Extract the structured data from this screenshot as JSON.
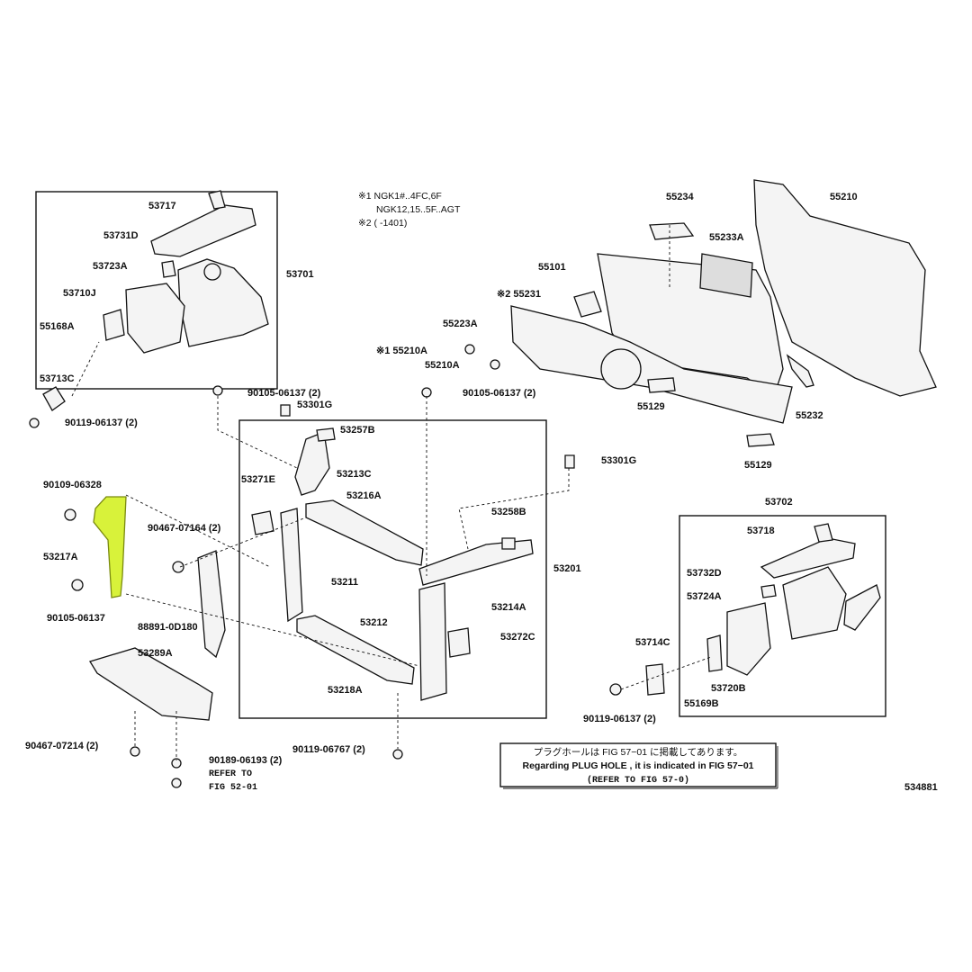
{
  "diagram_id": "534881",
  "highlight_color": "#d8f23a",
  "notes": {
    "line1": "※1 NGK1#..4FC,6F",
    "line2": "NGK12,15..5F..AGT",
    "line3": "※2 (        -1401)"
  },
  "plug_hole_note": {
    "jp": "プラグホールは FIG 57−01 に掲載してあります。",
    "en": "Regarding  PLUG  HOLE , it is indicated in FIG  57−01",
    "refer": "(REFER TO FIG 57-0)"
  },
  "refer_note": {
    "line1": "REFER TO",
    "line2": "FIG 52-01"
  },
  "labels": [
    "53717",
    "53731D",
    "53723A",
    "53701",
    "53710J",
    "55168A",
    "53713C",
    "90119-06137 (2)",
    "90105-06137 (2)",
    "53301G",
    "53257B",
    "90105-06137 (2)",
    "53213C",
    "53271E",
    "53216A",
    "90109-06328",
    "90467-07164 (2)",
    "53217A",
    "53211",
    "90105-06137",
    "88891-0D180",
    "53212",
    "53289A",
    "53218A",
    "53201",
    "53258B",
    "53214A",
    "53272C",
    "53301G",
    "90467-07214 (2)",
    "90189-06193 (2)",
    "90119-06767 (2)",
    "55234",
    "55210",
    "55233A",
    "55101",
    "※2 55231",
    "55223A",
    "※1 55210A",
    "55210A",
    "55129",
    "55232",
    "55129",
    "53702",
    "53718",
    "53732D",
    "53724A",
    "53714C",
    "53720B",
    "55169B",
    "90119-06137 (2)"
  ]
}
